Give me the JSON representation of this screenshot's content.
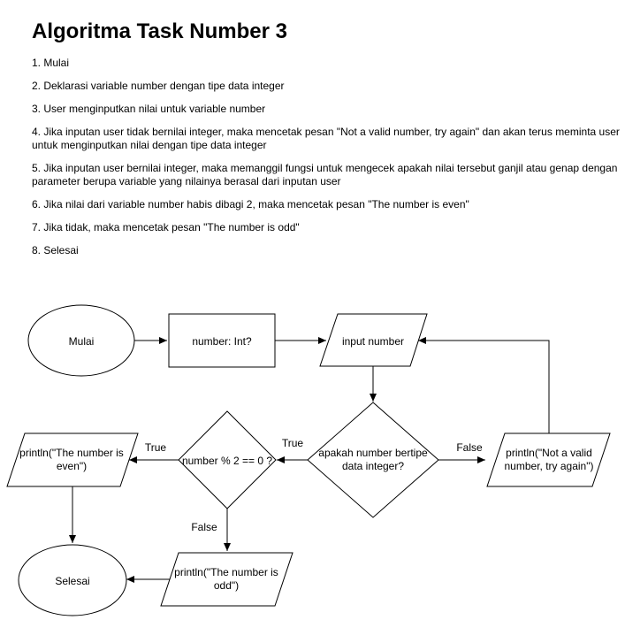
{
  "title": "Algoritma Task Number 3",
  "steps": [
    "1. Mulai",
    "2. Deklarasi variable number dengan tipe data integer",
    "3. User menginputkan nilai untuk variable number",
    "4. Jika inputan user tidak bernilai integer, maka mencetak pesan \"Not a valid number, try again\" dan akan terus meminta user untuk menginputkan nilai dengan tipe data integer",
    "5. Jika inputan user bernilai integer, maka memanggil fungsi untuk mengecek apakah nilai tersebut ganjil atau genap dengan parameter berupa variable yang nilainya berasal dari inputan user",
    "6. Jika nilai dari variable number habis dibagi 2, maka mencetak pesan \"The number is even\"",
    "7. Jika tidak, maka mencetak pesan \"The number is odd\"",
    "8. Selesai"
  ],
  "flowchart": {
    "start": "Mulai",
    "declare": "number: Int?",
    "input": "input number",
    "check_type": [
      "apakah number bertipe",
      "data integer?"
    ],
    "invalid_output": [
      "println(\"Not a valid",
      "number, try again\")"
    ],
    "check_even": "number % 2 == 0 ?",
    "even_output": [
      "println(\"The number is",
      "even\")"
    ],
    "odd_output": [
      "println(\"The number is",
      "odd\")"
    ],
    "end": "Selesai",
    "labels": {
      "true_type": "True",
      "false_type": "False",
      "true_even": "True",
      "false_even": "False"
    }
  }
}
